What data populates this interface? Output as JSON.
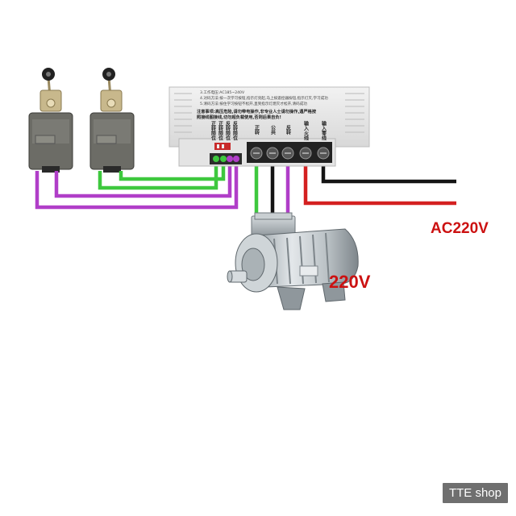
{
  "controller": {
    "notes": [
      "3.工作电压:AC185~240V",
      "4.对码方法:按一次学习按钮,指示灯亮起,马上按遥控器按钮,指示灯灭,学习成功",
      "5.清码方法:按住学习按钮不松开,直到指示灯熄灭才松开,清码成功"
    ],
    "warning": [
      "注意事项:高压危险,请勿带电操作,非专业人士请勿操作,遇严格按",
      "照接线图接线,切勿超负载使用,否则后果自负!"
    ],
    "terminal_labels": [
      "正转限位",
      "正转限位",
      "反转限位",
      "反转限位"
    ],
    "motor_labels": [
      "正转",
      "公共",
      "反转"
    ],
    "power_labels": [
      "输入火线",
      "输入零线"
    ]
  },
  "labels": {
    "ac_input": "AC220V",
    "motor_voltage": "220V"
  },
  "colors": {
    "green": "#3ec83e",
    "magenta": "#b03ec8",
    "black": "#141414",
    "red": "#d42020",
    "label_red": "#cc1111"
  },
  "watermark": "TTE shop"
}
